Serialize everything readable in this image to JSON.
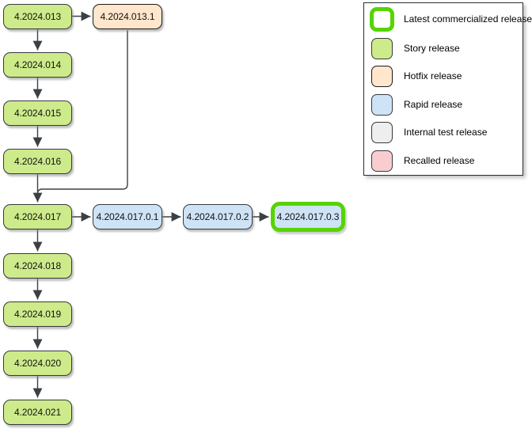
{
  "diagram": {
    "nodes": [
      {
        "id": "n013",
        "label": "4.2024.013",
        "type": "story"
      },
      {
        "id": "n013-1",
        "label": "4.2024.013.1",
        "type": "hotfix"
      },
      {
        "id": "n014",
        "label": "4.2024.014",
        "type": "story"
      },
      {
        "id": "n015",
        "label": "4.2024.015",
        "type": "story"
      },
      {
        "id": "n016",
        "label": "4.2024.016",
        "type": "story"
      },
      {
        "id": "n017",
        "label": "4.2024.017",
        "type": "story"
      },
      {
        "id": "n017-0-1",
        "label": "4.2024.017.0.1",
        "type": "rapid"
      },
      {
        "id": "n017-0-2",
        "label": "4.2024.017.0.2",
        "type": "rapid"
      },
      {
        "id": "n017-0-3",
        "label": "4.2024.017.0.3",
        "type": "rapid",
        "latest_commercialized": true
      },
      {
        "id": "n018",
        "label": "4.2024.018",
        "type": "story"
      },
      {
        "id": "n019",
        "label": "4.2024.019",
        "type": "story"
      },
      {
        "id": "n020",
        "label": "4.2024.020",
        "type": "story"
      },
      {
        "id": "n021",
        "label": "4.2024.021",
        "type": "story"
      }
    ],
    "edges": [
      {
        "from": "4.2024.013",
        "to": "4.2024.013.1"
      },
      {
        "from": "4.2024.013",
        "to": "4.2024.014"
      },
      {
        "from": "4.2024.014",
        "to": "4.2024.015"
      },
      {
        "from": "4.2024.015",
        "to": "4.2024.016"
      },
      {
        "from": "4.2024.016",
        "to": "4.2024.017"
      },
      {
        "from": "4.2024.013.1",
        "to": "4.2024.017"
      },
      {
        "from": "4.2024.017",
        "to": "4.2024.017.0.1"
      },
      {
        "from": "4.2024.017.0.1",
        "to": "4.2024.017.0.2"
      },
      {
        "from": "4.2024.017.0.2",
        "to": "4.2024.017.0.3"
      },
      {
        "from": "4.2024.017",
        "to": "4.2024.018"
      },
      {
        "from": "4.2024.018",
        "to": "4.2024.019"
      },
      {
        "from": "4.2024.019",
        "to": "4.2024.020"
      },
      {
        "from": "4.2024.020",
        "to": "4.2024.021"
      }
    ]
  },
  "legend": {
    "items": [
      {
        "label": "Latest commercialized release",
        "fill": "#ffffff",
        "border": "#55d400"
      },
      {
        "label": "Story release",
        "fill": "#cdeb8b",
        "border": "#36393d"
      },
      {
        "label": "Hotfix release",
        "fill": "#ffe6cc",
        "border": "#1a1a1a"
      },
      {
        "label": "Rapid release",
        "fill": "#cfe3f7",
        "border": "#36393d"
      },
      {
        "label": "Internal test release",
        "fill": "#eeeeee",
        "border": "#36393d"
      },
      {
        "label": "Recalled release",
        "fill": "#f9cdd0",
        "border": "#36393d"
      }
    ]
  },
  "colors": {
    "background": "#ffffff",
    "story_fill": "#cdeb8b",
    "hotfix_fill": "#ffe6cc",
    "rapid_fill": "#cfe3f7",
    "internal_test_fill": "#eeeeee",
    "recalled_fill": "#f9cdd0",
    "latest_border": "#55d400",
    "node_border": "#36393d",
    "arrow": "#3b4045"
  }
}
